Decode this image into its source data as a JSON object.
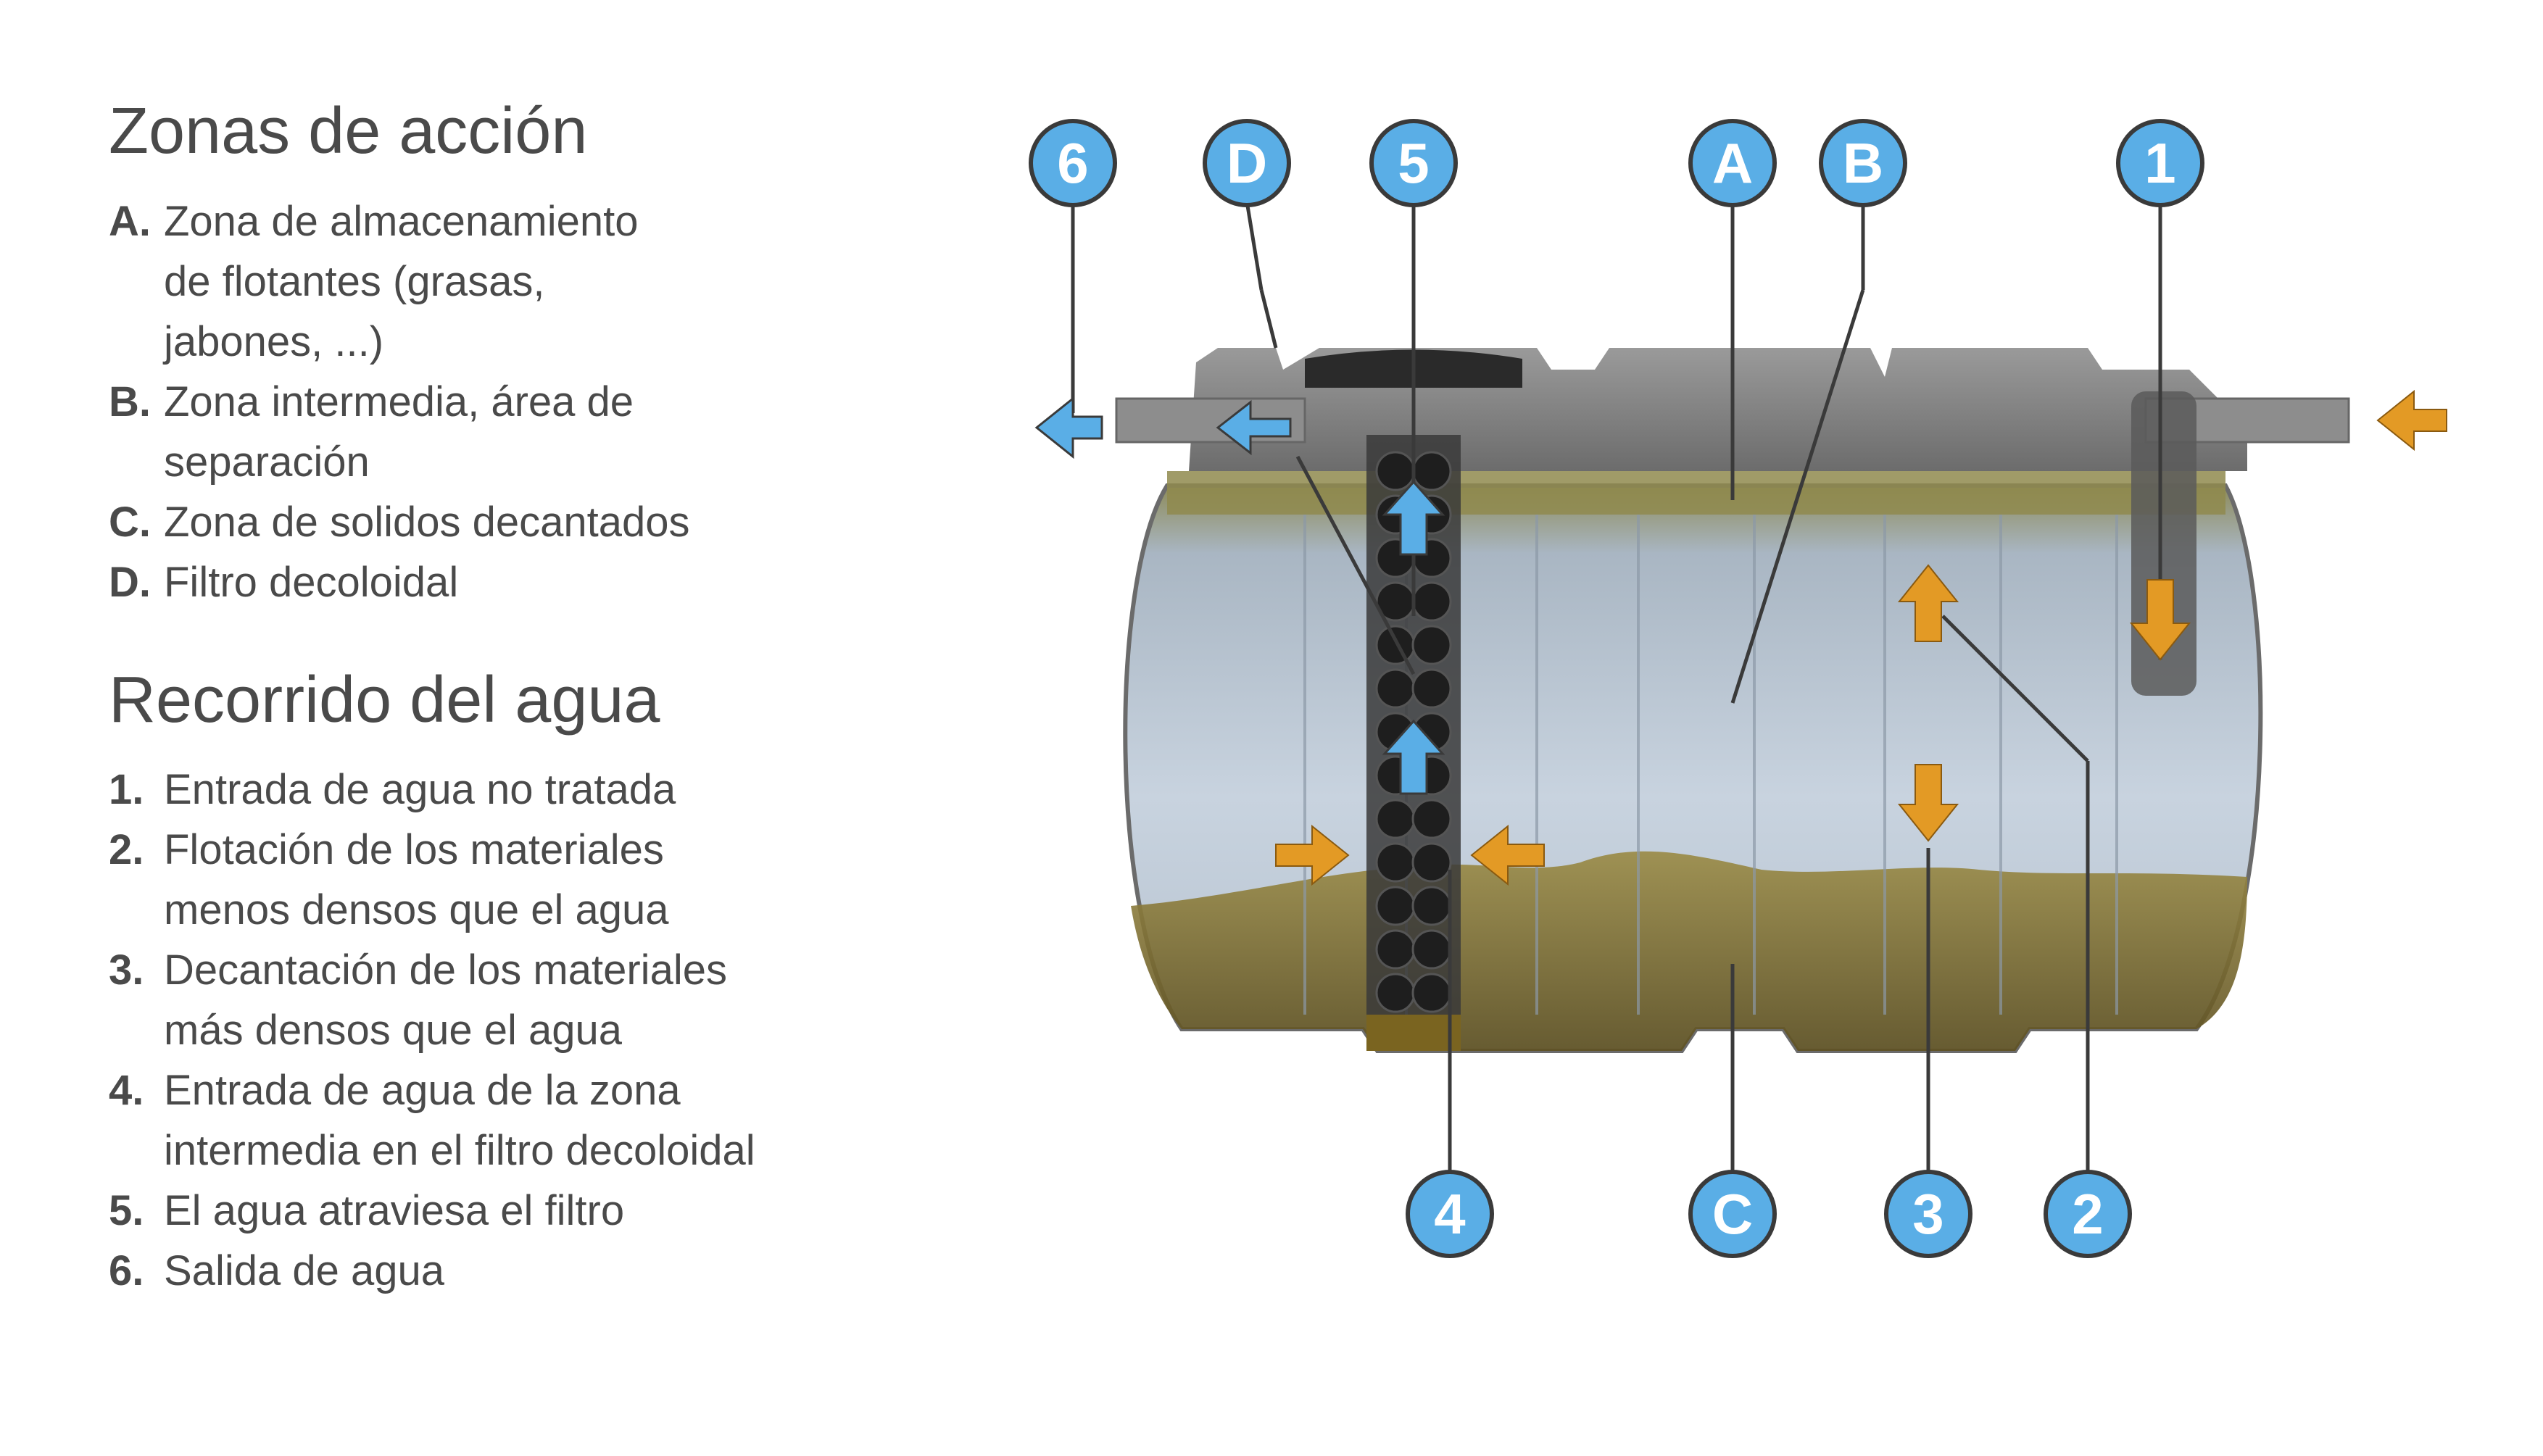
{
  "zones": {
    "title": "Zonas de acción",
    "items": [
      {
        "key": "A.",
        "text": "Zona de almacenamiento de flotantes (grasas, jabones, ...)"
      },
      {
        "key": "B.",
        "text": "Zona intermedia, área de separación"
      },
      {
        "key": "C.",
        "text": "Zona de solidos decantados"
      },
      {
        "key": "D.",
        "text": "Filtro decoloidal"
      }
    ]
  },
  "flow": {
    "title": "Recorrido del agua",
    "items": [
      {
        "key": "1.",
        "text": "Entrada de agua no tratada"
      },
      {
        "key": "2.",
        "text": "Flotación de los materiales menos densos que el agua"
      },
      {
        "key": "3.",
        "text": "Decantación de los materiales más densos que el agua"
      },
      {
        "key": "4.",
        "text": "Entrada de agua de la zona intermedia en el filtro decoloidal"
      },
      {
        "key": "5.",
        "text": "El agua atraviesa el filtro"
      },
      {
        "key": "6.",
        "text": "Salida de agua"
      }
    ]
  },
  "markers": {
    "m6": "6",
    "mD": "D",
    "m5": "5",
    "mA": "A",
    "mB": "B",
    "m1": "1",
    "m4": "4",
    "mC": "C",
    "m3": "3",
    "m2": "2"
  },
  "colors": {
    "marker_fill": "#5aaee6",
    "marker_stroke": "#3a3a3a",
    "blue_arrow": "#5aaee6",
    "orange_arrow": "#e39a25",
    "tank_water": "#b9c6d4",
    "sludge": "#7a6a2c"
  }
}
